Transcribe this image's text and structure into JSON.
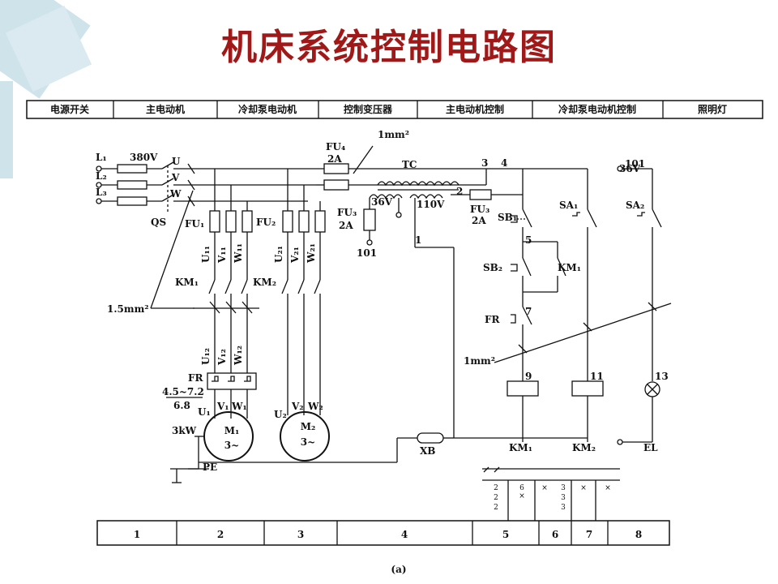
{
  "title": "机床系统控制电路图",
  "header_sections": [
    "电源开关",
    "主电动机",
    "冷却泵电动机",
    "控制变压器",
    "主电动机控制",
    "冷却泵电动机控制",
    "照明灯"
  ],
  "footer_sections": [
    "1",
    "2",
    "3",
    "4",
    "5",
    "6",
    "7",
    "8"
  ],
  "caption": "(a)",
  "colors": {
    "title": "#a01818",
    "deco": "#cfe3ea"
  },
  "labels": {
    "L1": "L₁",
    "L2": "L₂",
    "L3": "L₃",
    "v380": "380V",
    "U": "U",
    "V": "V",
    "W": "W",
    "QS": "QS",
    "FU4": "FU₄",
    "FU4A": "2A",
    "mm1top": "1mm²",
    "TC": "TC",
    "n3": "3",
    "n4": "4",
    "v36a": "36V",
    "n101a": "101",
    "v36b": "36V",
    "v110": "110V",
    "n2": "2",
    "FU3": "FU₃",
    "FU3A": "2A",
    "FU3L": "FU₃",
    "FU3LA": "2A",
    "n101b": "101",
    "n1": "1",
    "FU1": "FU₁",
    "FU2": "FU₂",
    "U11": "U₁₁",
    "V11": "V₁₁",
    "W11": "W₁₁",
    "U21": "U₂₁",
    "V21": "V₂₁",
    "W21": "W₂₁",
    "KM1a": "KM₁",
    "KM2a": "KM₂",
    "mm15": "1.5mm²",
    "U12": "U₁₂",
    "V12": "V₁₂",
    "W12": "W₁₂",
    "FR": "FR",
    "r1": "4.5~7.2",
    "r2": "6.8",
    "U1": "U₁",
    "V1": "V₁",
    "W1": "W₁",
    "U2": "U₂",
    "V2": "V₂",
    "W2": "W₂",
    "kw": "3kW",
    "M1": "M₁",
    "M1s": "3~",
    "M2": "M₂",
    "M2s": "3~",
    "PE": "PE",
    "XB": "XB",
    "SB1": "SB₁",
    "n5": "5",
    "SB2": "SB₂",
    "KM1b": "KM₁",
    "FRb": "FR",
    "n7": "7",
    "mm1b": "1mm²",
    "SA1": "SA₁",
    "SA2": "SA₂",
    "n9": "9",
    "n11": "11",
    "n13": "13",
    "KM1c": "KM₁",
    "KM2c": "KM₂",
    "EL": "EL",
    "c1a": "2",
    "c1b": "2",
    "c1c": "2",
    "c2a": "6",
    "c2b": "×",
    "c3a": "×",
    "c4a": "3",
    "c4b": "3",
    "c4c": "3",
    "c5a": "×",
    "c6a": "×"
  }
}
